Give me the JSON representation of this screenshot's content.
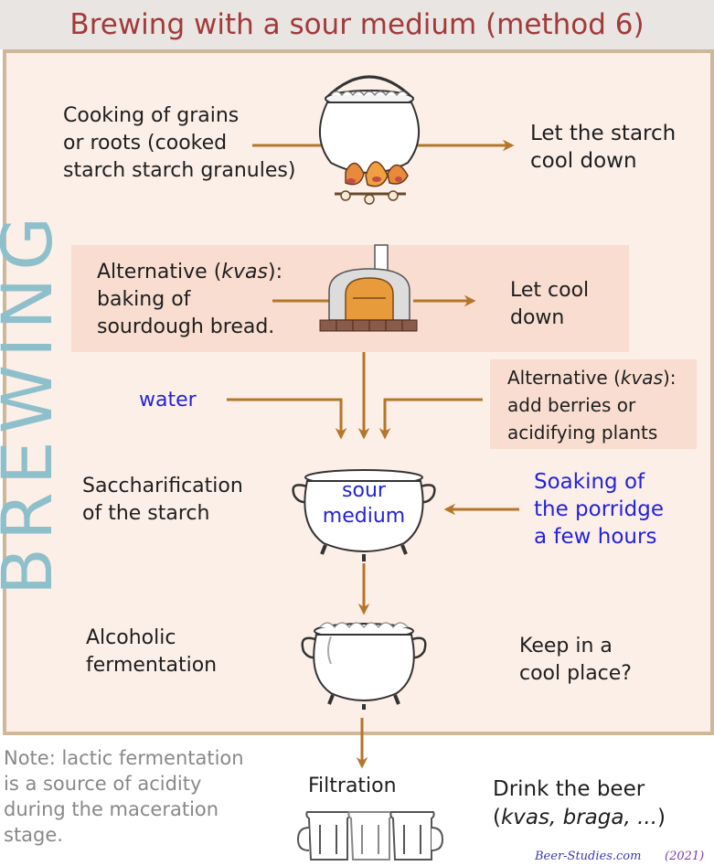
{
  "title": "Brewing with a sour medium (method 6)",
  "side_label": "BREWING",
  "steps": {
    "cooking": [
      "Cooking of grains",
      "or roots (cooked",
      "starch starch granules)"
    ],
    "cool_starch": [
      "Let the starch",
      "cool down"
    ],
    "alt_bread_prefix": "Alternative (",
    "alt_bread_italic": "kvas",
    "alt_bread_suffix": "):",
    "alt_bread_rest": [
      "baking of",
      "sourdough bread."
    ],
    "cool_bread": [
      "Let cool",
      "down"
    ],
    "water": "water",
    "alt_berries_prefix": "Alternative (",
    "alt_berries_italic": "kvas",
    "alt_berries_suffix": "):",
    "alt_berries_rest": [
      "add berries or",
      "acidifying plants"
    ],
    "saccharification": [
      "Saccharification",
      "of the starch"
    ],
    "pot_label": [
      "sour",
      "medium"
    ],
    "soaking": [
      "Soaking of",
      "the porridge",
      "a few hours"
    ],
    "fermentation": [
      "Alcoholic",
      "fermentation"
    ],
    "keep_cool": [
      "Keep in a",
      "cool place?"
    ],
    "filtration": "Filtration",
    "drink_line1": "Drink the beer",
    "drink_open": "(",
    "drink_italic": "kvas, braga, ...",
    "drink_close": ")"
  },
  "note": [
    "Note: lactic fermentation",
    "is a source of acidity",
    "during the maceration",
    "stage."
  ],
  "credit": "Beer-Studies.com",
  "year": "(2021)",
  "icons": [
    "cauldron-fire-icon",
    "bread-oven-icon",
    "sour-pot-icon",
    "fermentation-pot-icon",
    "beer-mugs-icon"
  ],
  "colors": {
    "title": "#a33a3a",
    "arrow": "#b5752a",
    "blue_text": "#2323dd",
    "side_label": "#8ec0cc",
    "frame_border": "#cdb89a",
    "panel": "#fcefe8"
  }
}
